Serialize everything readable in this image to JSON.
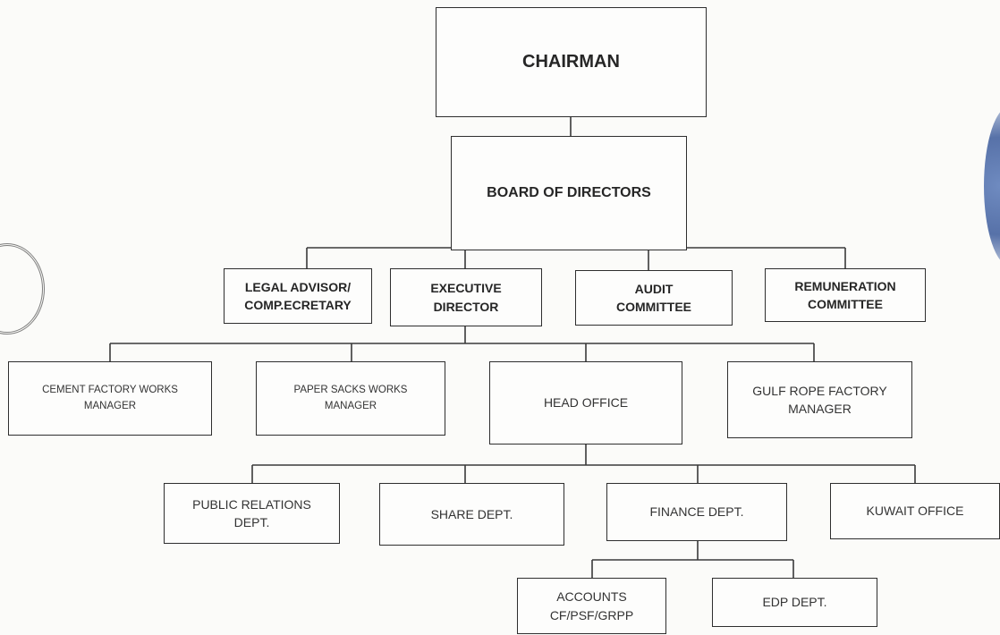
{
  "org_chart": {
    "chairman": "CHAIRMAN",
    "board": "BOARD OF DIRECTORS",
    "board_level": {
      "legal_advisor": "LEGAL ADVISOR/\nCOMP.ECRETARY",
      "executive_director": "EXECUTIVE\nDIRECTOR",
      "audit_committee": "AUDIT\nCOMMITTEE",
      "remuneration_committee": "REMUNERATION\nCOMMITTEE"
    },
    "executive_level": {
      "cement_factory": "CEMENT FACTORY WORKS\nMANAGER",
      "paper_sacks": "PAPER SACKS WORKS\nMANAGER",
      "head_office": "HEAD OFFICE",
      "gulf_rope": "GULF ROPE FACTORY\nMANAGER"
    },
    "head_office_level": {
      "public_relations": "PUBLIC RELATIONS\nDEPT.",
      "share_dept": "SHARE DEPT.",
      "finance_dept": "FINANCE DEPT.",
      "kuwait_office": "KUWAIT OFFICE"
    },
    "finance_level": {
      "accounts": "ACCOUNTS\nCF/PSF/GRPP",
      "edp_dept": "EDP  DEPT."
    }
  }
}
